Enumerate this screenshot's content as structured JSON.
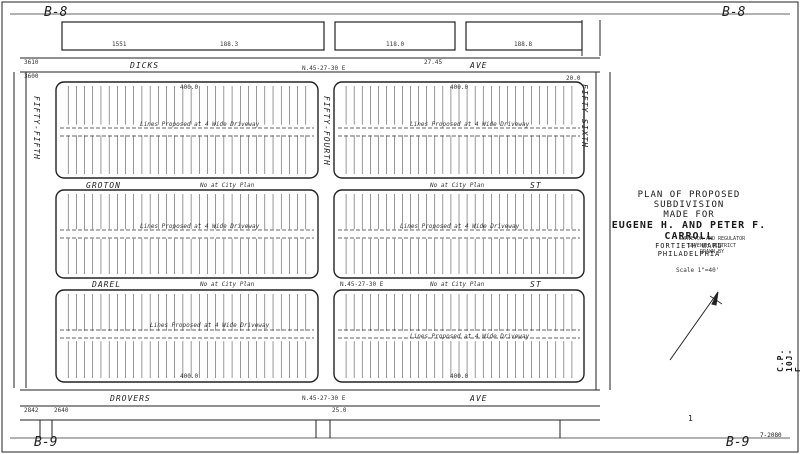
{
  "corners": {
    "top_left": "B-8",
    "top_right": "B-8",
    "bottom_left": "B-9",
    "bottom_right": "B-9"
  },
  "streets": {
    "dicks": "DICKS",
    "ave_top": "AVE",
    "ave_bottom": "AVE",
    "drovers": "DROVERS",
    "groton": "GROTON",
    "darel": "DAREL",
    "st_mid1": "ST",
    "st_mid2": "ST",
    "fifty_fifth": "FIFTY-FIFTH",
    "fifty_fourth": "FIFTY-FOURTH",
    "fifty_sixth": "FIFTY-SIXTH"
  },
  "plan_labels": {
    "city_plan_1": "No at City Plan",
    "city_plan_2": "No at City Plan",
    "city_plan_3": "No at City Plan",
    "city_plan_4": "No at City Plan"
  },
  "lanes": {
    "lane_1": "Lines Proposed at 4 Wide Driveway",
    "lane_2": "Lines Proposed at 4 Wide Driveway",
    "lane_3": "Lines Proposed at 4 Wide Driveway",
    "lane_4": "Lines Proposed at 4 Wide Driveway",
    "lane_5": "Lines Proposed at 4 Wide Driveway",
    "lane_6": "Lines Proposed at 4 Wide Driveway"
  },
  "dimensions": {
    "d1": "1551",
    "d2": "188.3",
    "d3": "118.0",
    "d4": "188.8",
    "d5": "400.0",
    "d6": "400.0",
    "d7": "400.0",
    "d8": "400.0",
    "d9": "N.45-27-30 E",
    "d10": "N.45-27-30 E",
    "d11": "N.45-27-30 E",
    "d12": "2842",
    "d13": "2640",
    "d14": "3600",
    "d15": "3610",
    "d16": "27.45",
    "d17": "20.0",
    "d18": "25.0"
  },
  "title": {
    "line1": "PLAN OF PROPOSED SUBDIVISION",
    "line2": "MADE FOR",
    "line3": "EUGENE H. AND PETER F. CARROLL",
    "line4": "FORTIETH WARD",
    "line5": "PHILADELPHIA"
  },
  "approval": {
    "line1": "SURVEYOR AND REGULATOR",
    "line2": "SEVENTH DISTRICT",
    "line3": "DRAWN BY"
  },
  "scale": "Scale 1\"=40'",
  "stamp": "C.P. 10J-E",
  "date_no": "7-2080",
  "page_no": "1"
}
